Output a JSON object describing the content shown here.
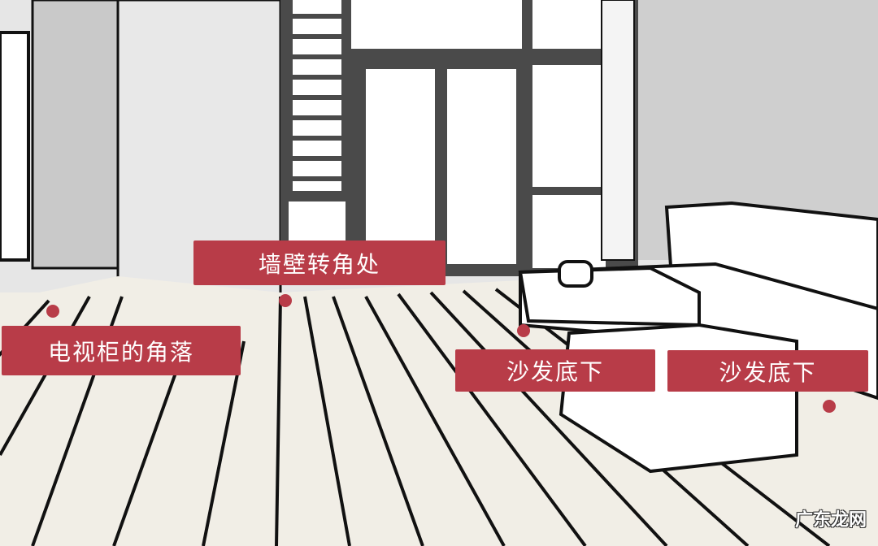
{
  "labels": {
    "wall_corner": "墙壁转角处",
    "tv_cabinet_corner": "电视柜的角落",
    "under_sofa_1": "沙发底下",
    "under_sofa_2": "沙发底下"
  },
  "watermark": "广东龙网",
  "colors": {
    "label_bg": "#b83c48",
    "floor": "#f1eee6",
    "wall": "#e6e6e6",
    "window_frame": "#4a4a4a"
  }
}
